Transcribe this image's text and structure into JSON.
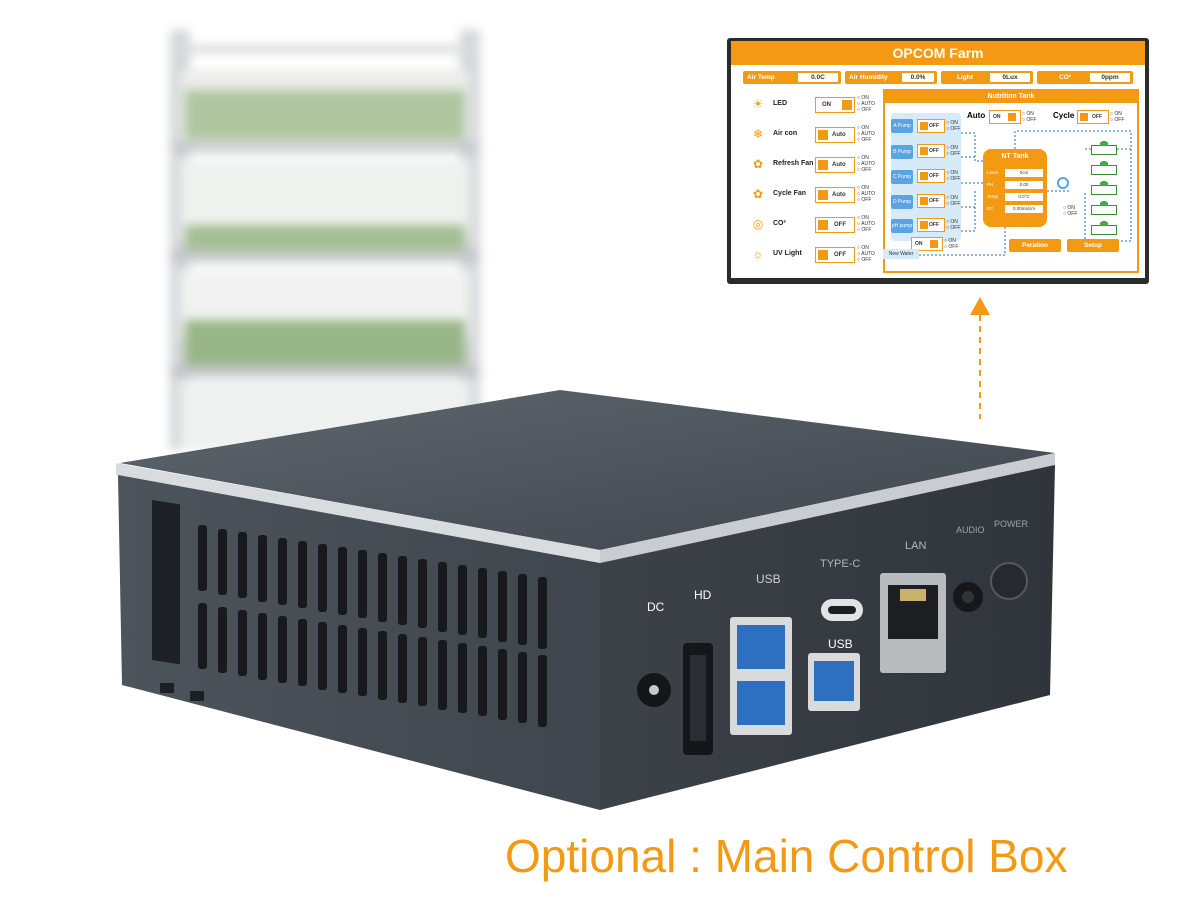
{
  "screen": {
    "title": "OPCOM Farm",
    "sensors": [
      {
        "label": "Air Temp",
        "value": "0.0C"
      },
      {
        "label": "Air Humidity",
        "value": "0.0%"
      },
      {
        "label": "Light",
        "value": "0Lux"
      },
      {
        "label": "CO²",
        "value": "0ppm"
      }
    ],
    "devices": [
      {
        "name": "LED",
        "icon": "bulb-icon",
        "state": "ON"
      },
      {
        "name": "Air con",
        "icon": "snowflake-icon",
        "state": "Auto"
      },
      {
        "name": "Refresh Fan",
        "icon": "fan-icon",
        "state": "Auto"
      },
      {
        "name": "Cycle Fan",
        "icon": "fan-icon",
        "state": "Auto"
      },
      {
        "name": "CO²",
        "icon": "co2-icon",
        "state": "OFF"
      },
      {
        "name": "UV Light",
        "icon": "uv-icon",
        "state": "OFF"
      }
    ],
    "radio_options": [
      "ON",
      "AUTO",
      "OFF"
    ],
    "radio_options_short": [
      "ON",
      "OFF"
    ],
    "nutrition": {
      "title": "Nutrition Tank",
      "auto_label": "Auto",
      "auto_state": "ON",
      "cycle_label": "Cycle",
      "cycle_state": "OFF",
      "pumps": [
        {
          "name": "A Pump",
          "state": "OFF"
        },
        {
          "name": "B Pump",
          "state": "OFF"
        },
        {
          "name": "C Pump",
          "state": "OFF"
        },
        {
          "name": "D Pump",
          "state": "OFF"
        },
        {
          "name": "pH pump",
          "state": "OFF"
        }
      ],
      "water_state": "ON",
      "new_water_label": "New Water",
      "tank": {
        "title": "NT Tank",
        "rows": [
          {
            "key": "Level",
            "value": "0cm"
          },
          {
            "key": "PH",
            "value": "0.00"
          },
          {
            "key": "Temp",
            "value": "0.0°C"
          },
          {
            "key": "EC",
            "value": "0.00ms/cm"
          }
        ]
      },
      "buttons": {
        "peration": "Peration",
        "setup": "Setup"
      }
    }
  },
  "ports": {
    "dc": "DC",
    "hd": "HD",
    "usb": "USB",
    "type_c": "TYPE-C",
    "usb2": "USB",
    "lan": "LAN",
    "audio": "AUDIO",
    "power": "POWER"
  },
  "caption": "Optional : Main Control Box",
  "colors": {
    "accent": "#f39a12",
    "device": "#4a525a",
    "water": "#5ba4e3"
  }
}
